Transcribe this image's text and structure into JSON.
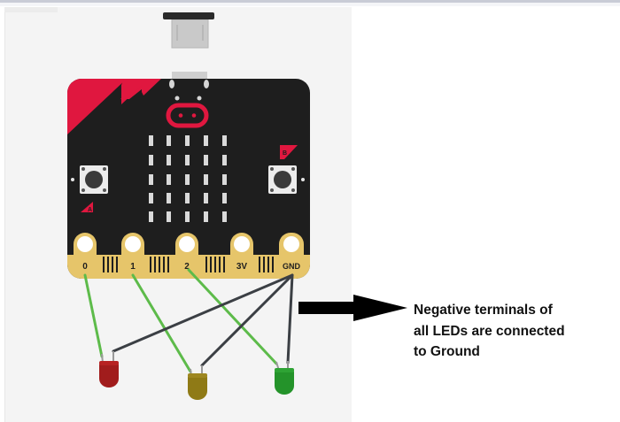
{
  "diagram": {
    "type": "circuit",
    "board": {
      "name": "micro:bit",
      "buttons": [
        {
          "id": "A",
          "label": "A"
        },
        {
          "id": "B",
          "label": "B"
        }
      ],
      "led_matrix": {
        "rows": 5,
        "cols": 5
      },
      "pins": [
        {
          "label": "0"
        },
        {
          "label": "1"
        },
        {
          "label": "2"
        },
        {
          "label": "3V"
        },
        {
          "label": "GND"
        }
      ]
    },
    "leds": [
      {
        "color_name": "red",
        "color": "#a11c1c",
        "signal_pin": "0",
        "ground_pin": "GND"
      },
      {
        "color_name": "yellow",
        "color": "#8f7a16",
        "signal_pin": "1",
        "ground_pin": "GND"
      },
      {
        "color_name": "green",
        "color": "#24932a",
        "signal_pin": "2",
        "ground_pin": "GND"
      }
    ],
    "wire_colors": {
      "signal": "#5dbb4a",
      "ground": "#3b3f44"
    },
    "colors": {
      "board": "#1e1e1e",
      "accent": "#e0173f",
      "pin_gold": "#e6c56a"
    }
  },
  "annotation": {
    "lines": [
      "Negative terminals of",
      "all LEDs are connected",
      "to Ground"
    ]
  }
}
